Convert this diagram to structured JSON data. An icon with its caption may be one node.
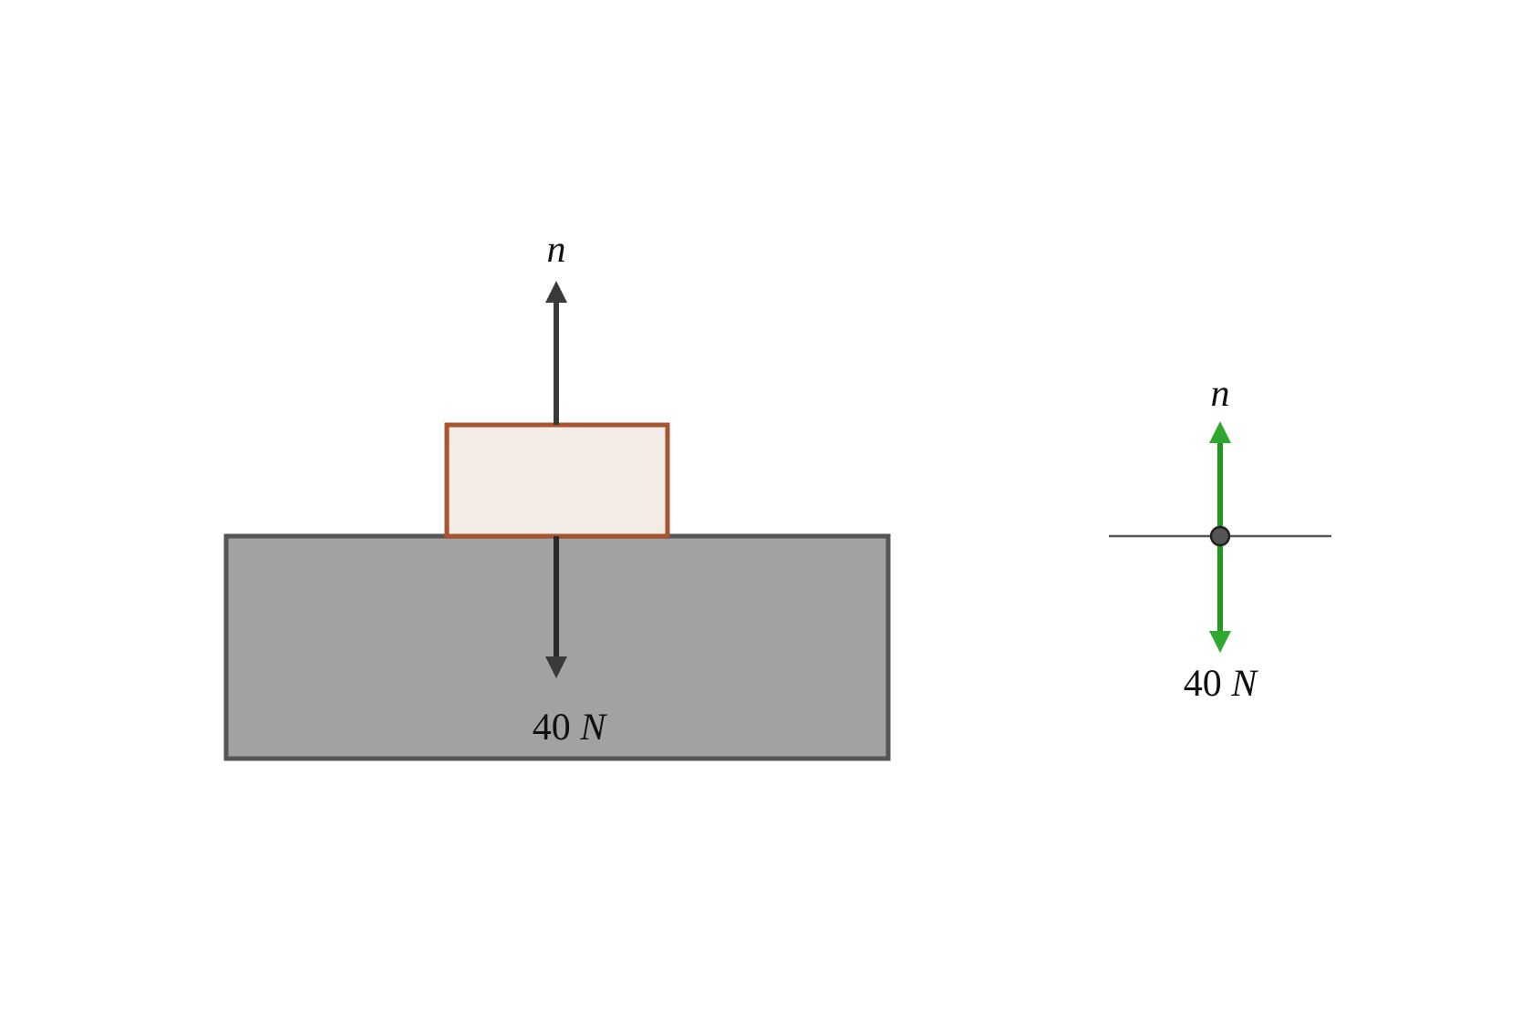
{
  "diagram": {
    "labels": [
      "*n*",
      "40 *N*",
      "*n*",
      "40 *N*"
    ]
  }
}
